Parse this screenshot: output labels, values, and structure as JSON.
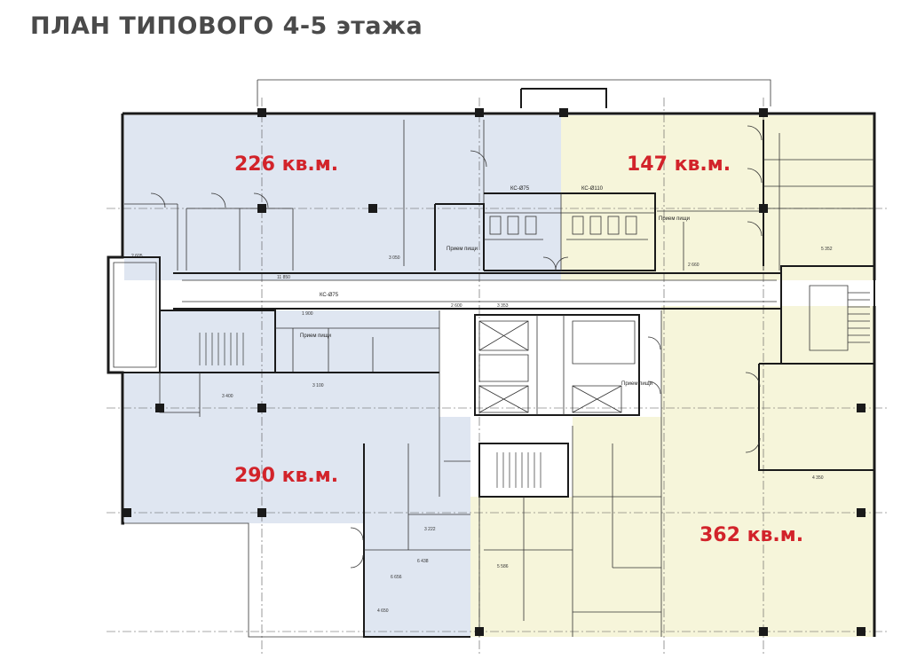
{
  "title": "ПЛАН ТИПОВОГО 4-5 этажа",
  "colors": {
    "zone_blue": "#dfe6f1",
    "zone_yellow": "#f6f5da",
    "label_red": "#d2232a",
    "title_gray": "#4a4a4a"
  },
  "zones": [
    {
      "id": "nw",
      "label": "226 кв.м.",
      "color": "blue"
    },
    {
      "id": "ne",
      "label": "147 кв.м.",
      "color": "yellow"
    },
    {
      "id": "sw",
      "label": "290 кв.м.",
      "color": "blue"
    },
    {
      "id": "se",
      "label": "362 кв.м.",
      "color": "yellow"
    }
  ],
  "room_labels": [
    "КС-Ø75",
    "КС-Ø75",
    "КС-Ø110",
    "Прием пищи",
    "Прием пищи",
    "Прием пищи",
    "Прием пищи"
  ],
  "dimensions": [
    "3 050",
    "11 850",
    "2 600",
    "3 353",
    "5 352",
    "2 660",
    "3 400",
    "6 438",
    "4 650",
    "3 100",
    "2 605",
    "1 900",
    "5 586",
    "6 656",
    "4 350",
    "3 222"
  ]
}
